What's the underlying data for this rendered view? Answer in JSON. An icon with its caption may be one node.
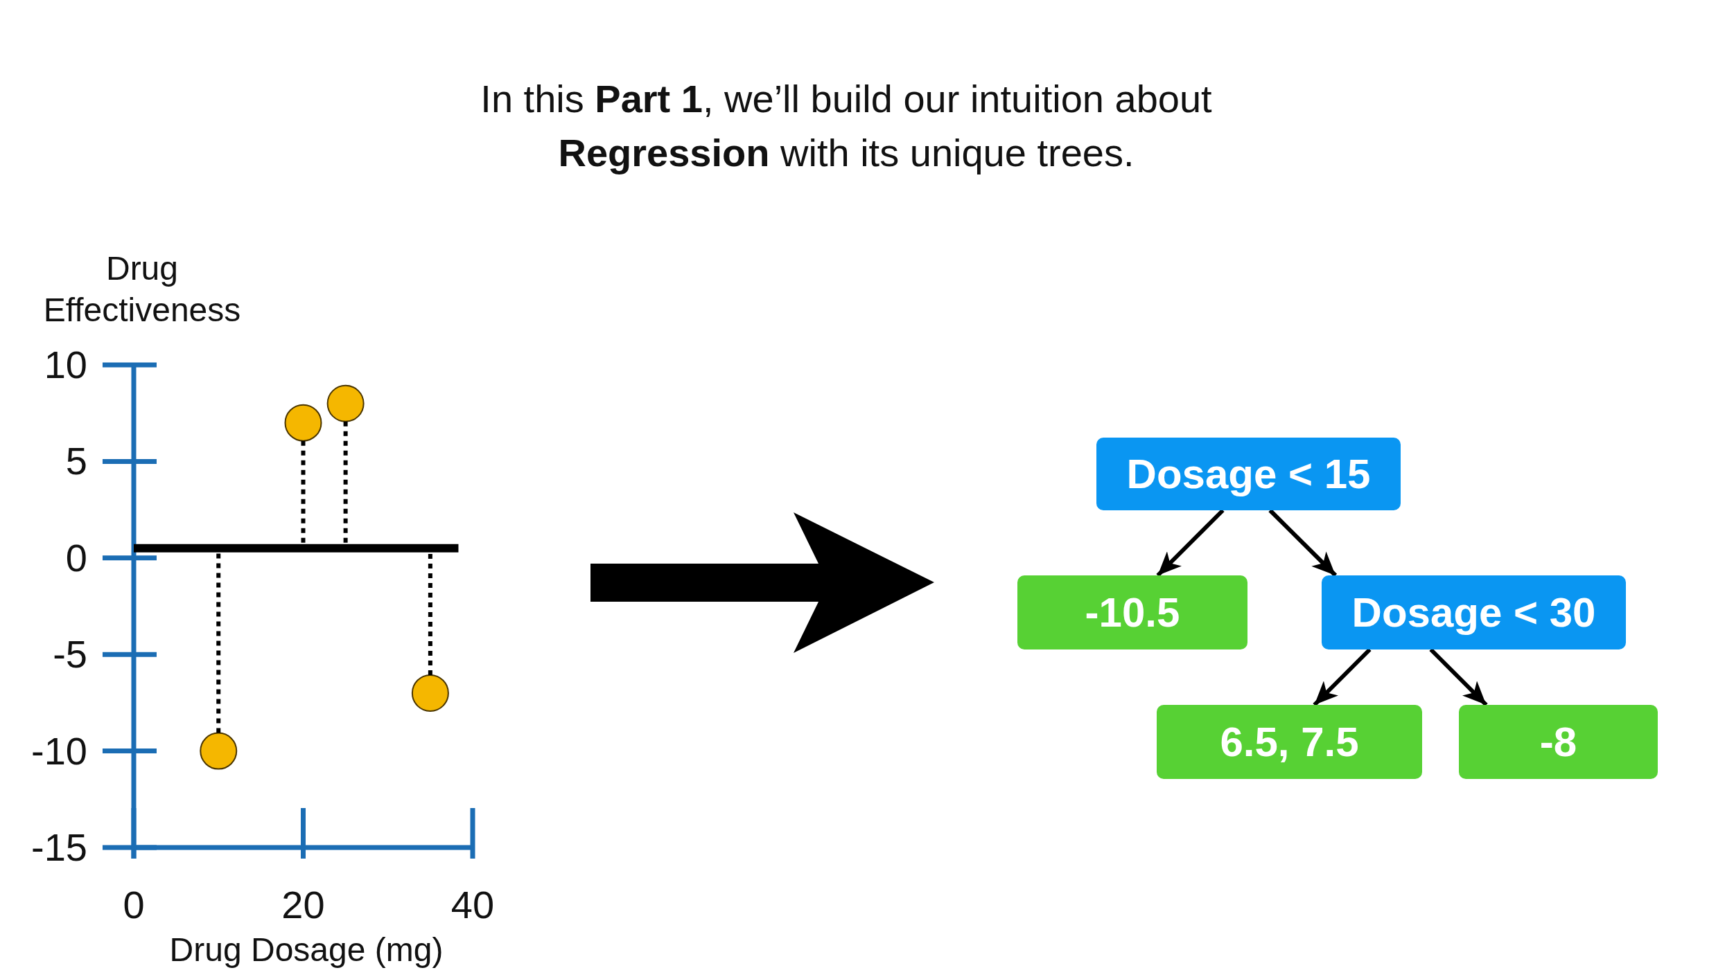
{
  "diagram": {
    "title": "In this **Part 1**, we’ll build our intuition about **Regression** with its unique trees.",
    "nodes": [
      {
        "text": [
          "Dosage < 15"
        ]
      },
      {
        "text": [
          "-10.5"
        ]
      },
      {
        "text": [
          "Dosage < 30"
        ]
      },
      {
        "text": [
          "6.5, 7.5"
        ]
      },
      {
        "text": [
          "-8"
        ]
      }
    ],
    "edges": [
      {
        "from": 0,
        "to": 1,
        "arrow": "to"
      },
      {
        "from": 0,
        "to": 2,
        "arrow": "to"
      },
      {
        "from": 2,
        "to": 3,
        "arrow": "to"
      },
      {
        "from": 2,
        "to": 4,
        "arrow": "to"
      }
    ],
    "chart_data": {
      "type": "scatter",
      "xlabel": "Drug Dosage (mg)",
      "ylabel": "Drug Effectiveness",
      "x": [
        10,
        20,
        25,
        35
      ],
      "series": [
        {
          "color": "#f5b700",
          "values": [
            -10,
            7,
            8,
            -7
          ]
        }
      ],
      "xlim": [
        0,
        40
      ],
      "ylim": [
        -15,
        10
      ],
      "xticks": [
        0,
        20,
        40
      ],
      "yticks": [
        10,
        5,
        0,
        -5,
        -10,
        -15
      ],
      "ref_lines": [
        {
          "axis": "y",
          "value": 0.5
        }
      ]
    }
  }
}
